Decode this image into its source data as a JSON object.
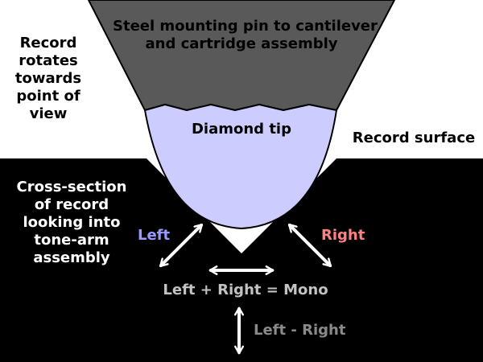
{
  "labels": {
    "pin": [
      "Steel mounting pin to cantilever",
      "and cartridge assembly"
    ],
    "diamond": "Diamond tip",
    "record_surface": "Record surface",
    "rotation": [
      "Record",
      "rotates",
      "towards",
      "point of",
      "view"
    ],
    "cross_section": [
      "Cross-section",
      "of record",
      "looking into",
      "tone-arm",
      "assembly"
    ],
    "left": "Left",
    "right": "Right",
    "mono": "Left + Right = Mono",
    "difference": "Left - Right"
  },
  "colors": {
    "background": "#ffffff",
    "record": "#000000",
    "pin": "#595959",
    "diamond": "#ccccff",
    "outline": "#000000",
    "arrows": "#ffffff",
    "text_light": "#000000",
    "text_dark": "#ffffff",
    "left": "#9999ff",
    "right": "#ff8080",
    "mono": "#c2c2c2",
    "difference": "#8a8a8a"
  }
}
